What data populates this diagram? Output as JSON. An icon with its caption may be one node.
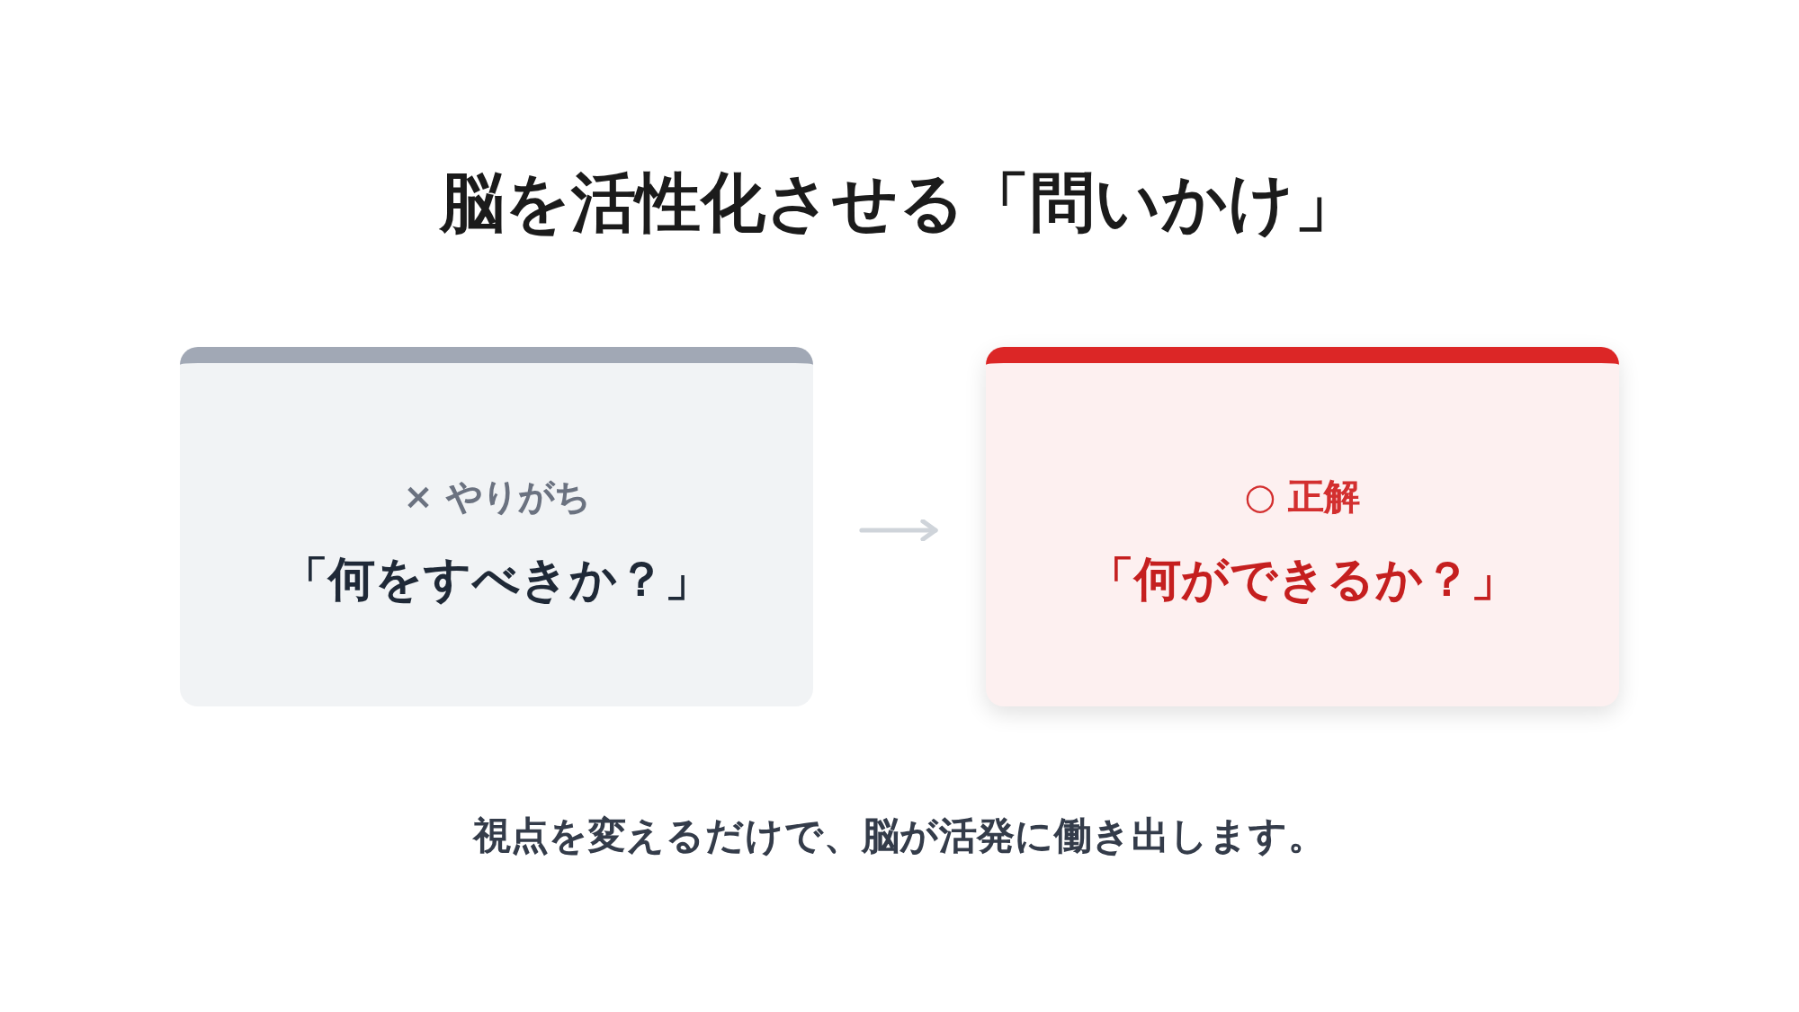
{
  "diagram": {
    "title": "脳を活性化させる「問いかけ」",
    "nodes": [
      {
        "text": [
          "× やりがち",
          "「何をすべきか？」"
        ]
      },
      {
        "text": [
          "○ 正解",
          "「何ができるか？」"
        ]
      }
    ],
    "edges": [
      {
        "from": 0,
        "to": 1,
        "arrow": "to"
      }
    ],
    "caption": "視点を変えるだけで、脳が活発に働き出します。"
  }
}
